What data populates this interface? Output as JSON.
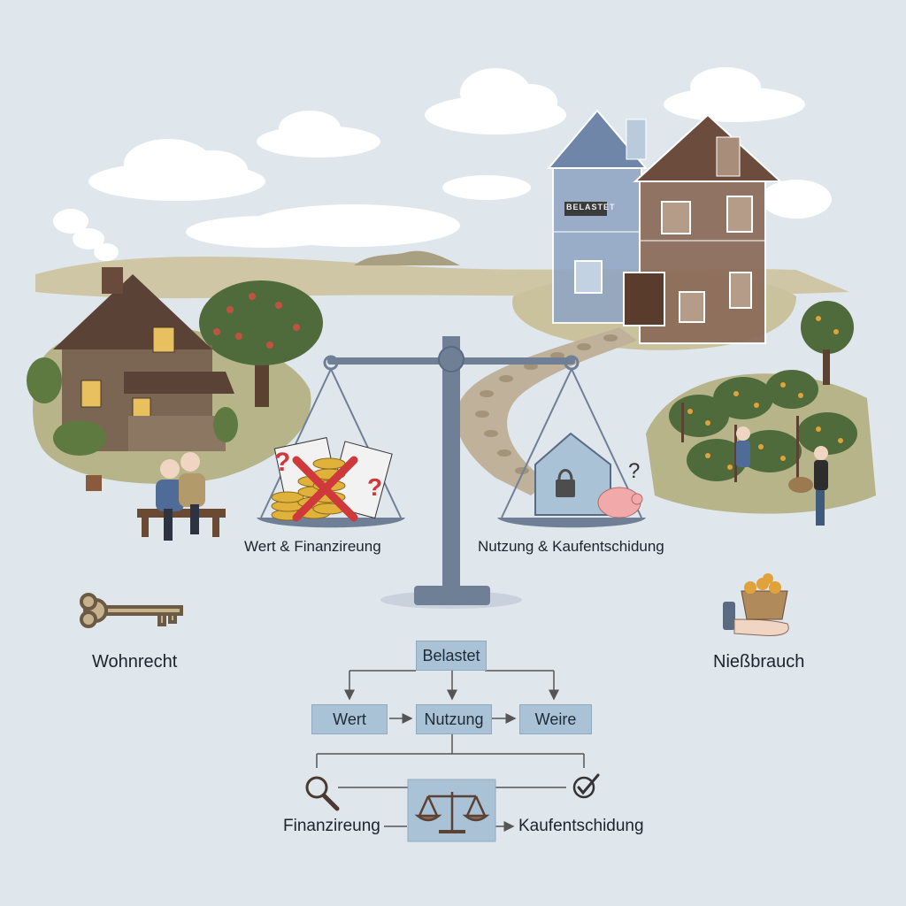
{
  "scene": {
    "house_sign": "BELASTET",
    "left_pan_label": "Wert & Finanzireung",
    "right_pan_label": "Nutzung & Kaufentschidung"
  },
  "legend": {
    "left_label": "Wohnrecht",
    "left_icon": "key-icon",
    "right_label": "Nießbrauch",
    "right_icon": "hand-with-fruit-basket-icon"
  },
  "flow": {
    "top_box": "Belastet",
    "row_boxes": [
      "Wert",
      "Nutzung",
      "Weire"
    ],
    "bottom_left_label": "Finanzireung",
    "bottom_right_label": "Kaufentschidung",
    "icons": [
      "magnifier-icon",
      "balance-scale-icon",
      "checkmark-icon"
    ]
  },
  "colors": {
    "sky": "#dfe6ec",
    "box_fill": "#a9c2d6",
    "scale_metal": "#6f7f95",
    "blue_house": "#8da4c4",
    "brown_house": "#8a6a58"
  }
}
